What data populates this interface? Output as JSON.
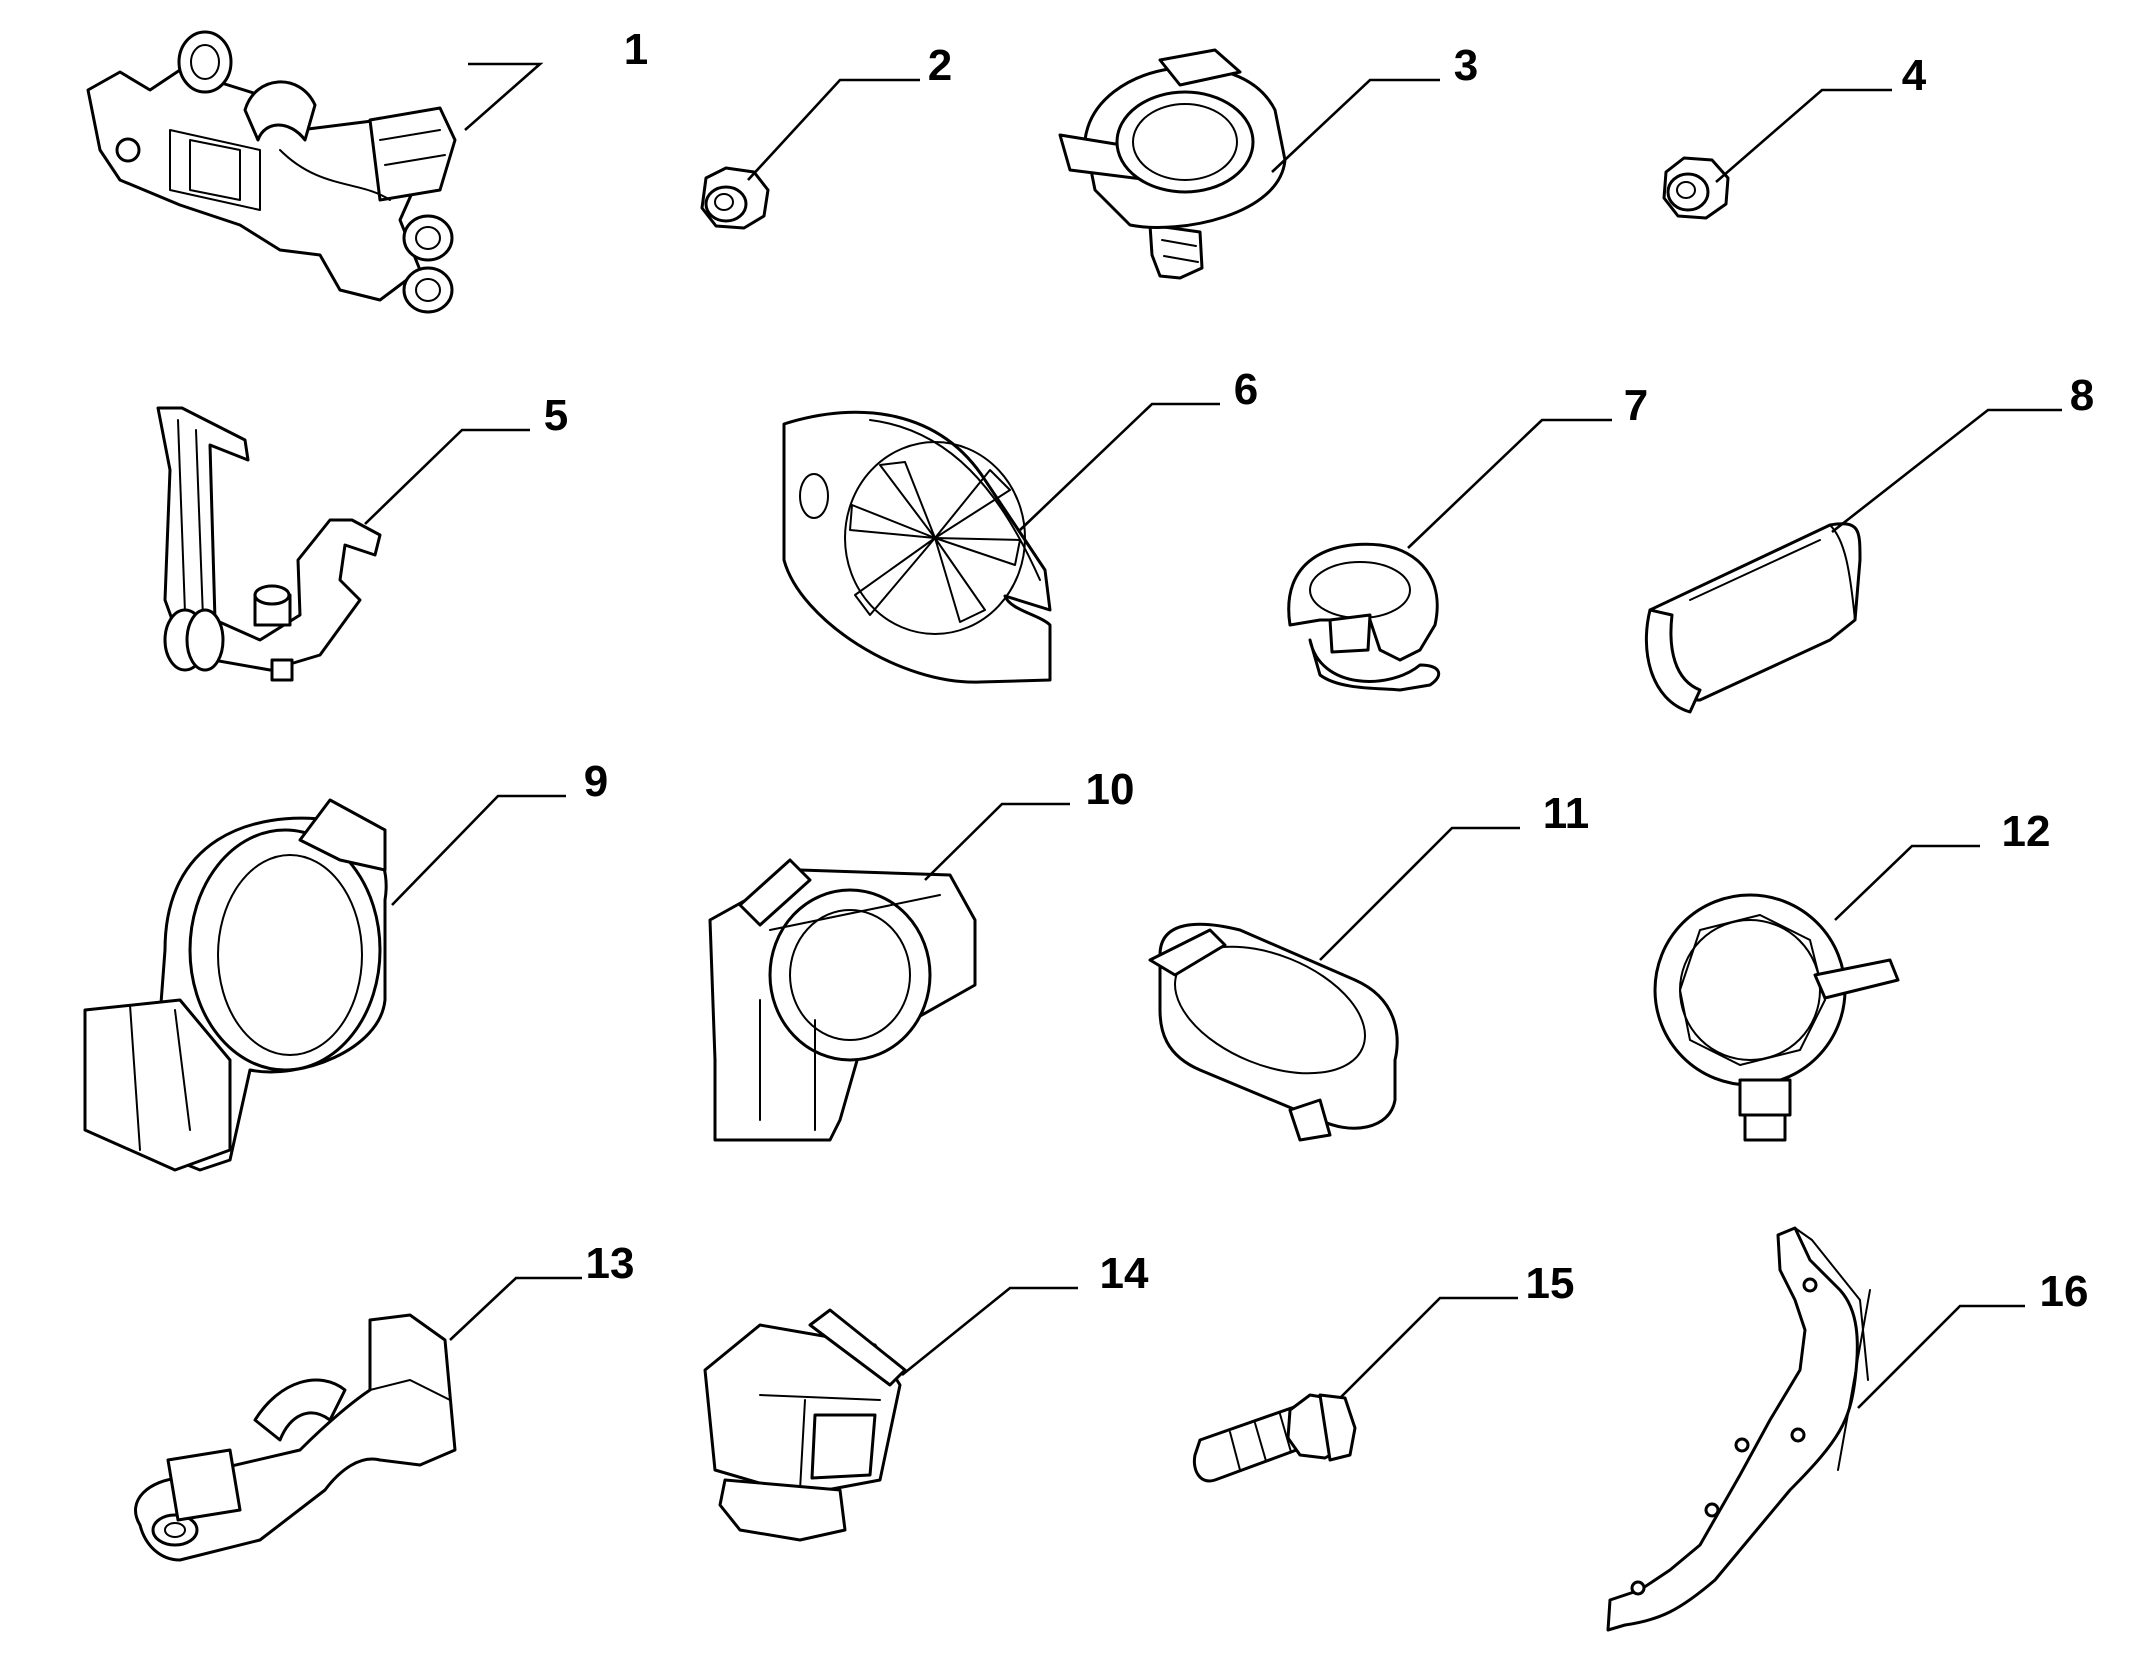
{
  "diagram": {
    "background": "#ffffff",
    "line_color": "#000000",
    "parts": [
      {
        "ref": "1",
        "icon": "wiring-harness-bracket"
      },
      {
        "ref": "2",
        "icon": "flange-nut"
      },
      {
        "ref": "3",
        "icon": "cable-clip-with-stud"
      },
      {
        "ref": "4",
        "icon": "hex-nut"
      },
      {
        "ref": "5",
        "icon": "cable-hook-bracket"
      },
      {
        "ref": "6",
        "icon": "grommet-plate"
      },
      {
        "ref": "7",
        "icon": "spring-clip"
      },
      {
        "ref": "8",
        "icon": "edge-trim-clip"
      },
      {
        "ref": "9",
        "icon": "large-harness-clamp"
      },
      {
        "ref": "10",
        "icon": "round-harness-clamp"
      },
      {
        "ref": "11",
        "icon": "oval-cable-clip"
      },
      {
        "ref": "12",
        "icon": "ring-clamp-with-stud"
      },
      {
        "ref": "13",
        "icon": "bracket-strap-clamp"
      },
      {
        "ref": "14",
        "icon": "square-cable-clip"
      },
      {
        "ref": "15",
        "icon": "flange-bolt"
      },
      {
        "ref": "16",
        "icon": "metal-strap-bracket"
      }
    ]
  }
}
